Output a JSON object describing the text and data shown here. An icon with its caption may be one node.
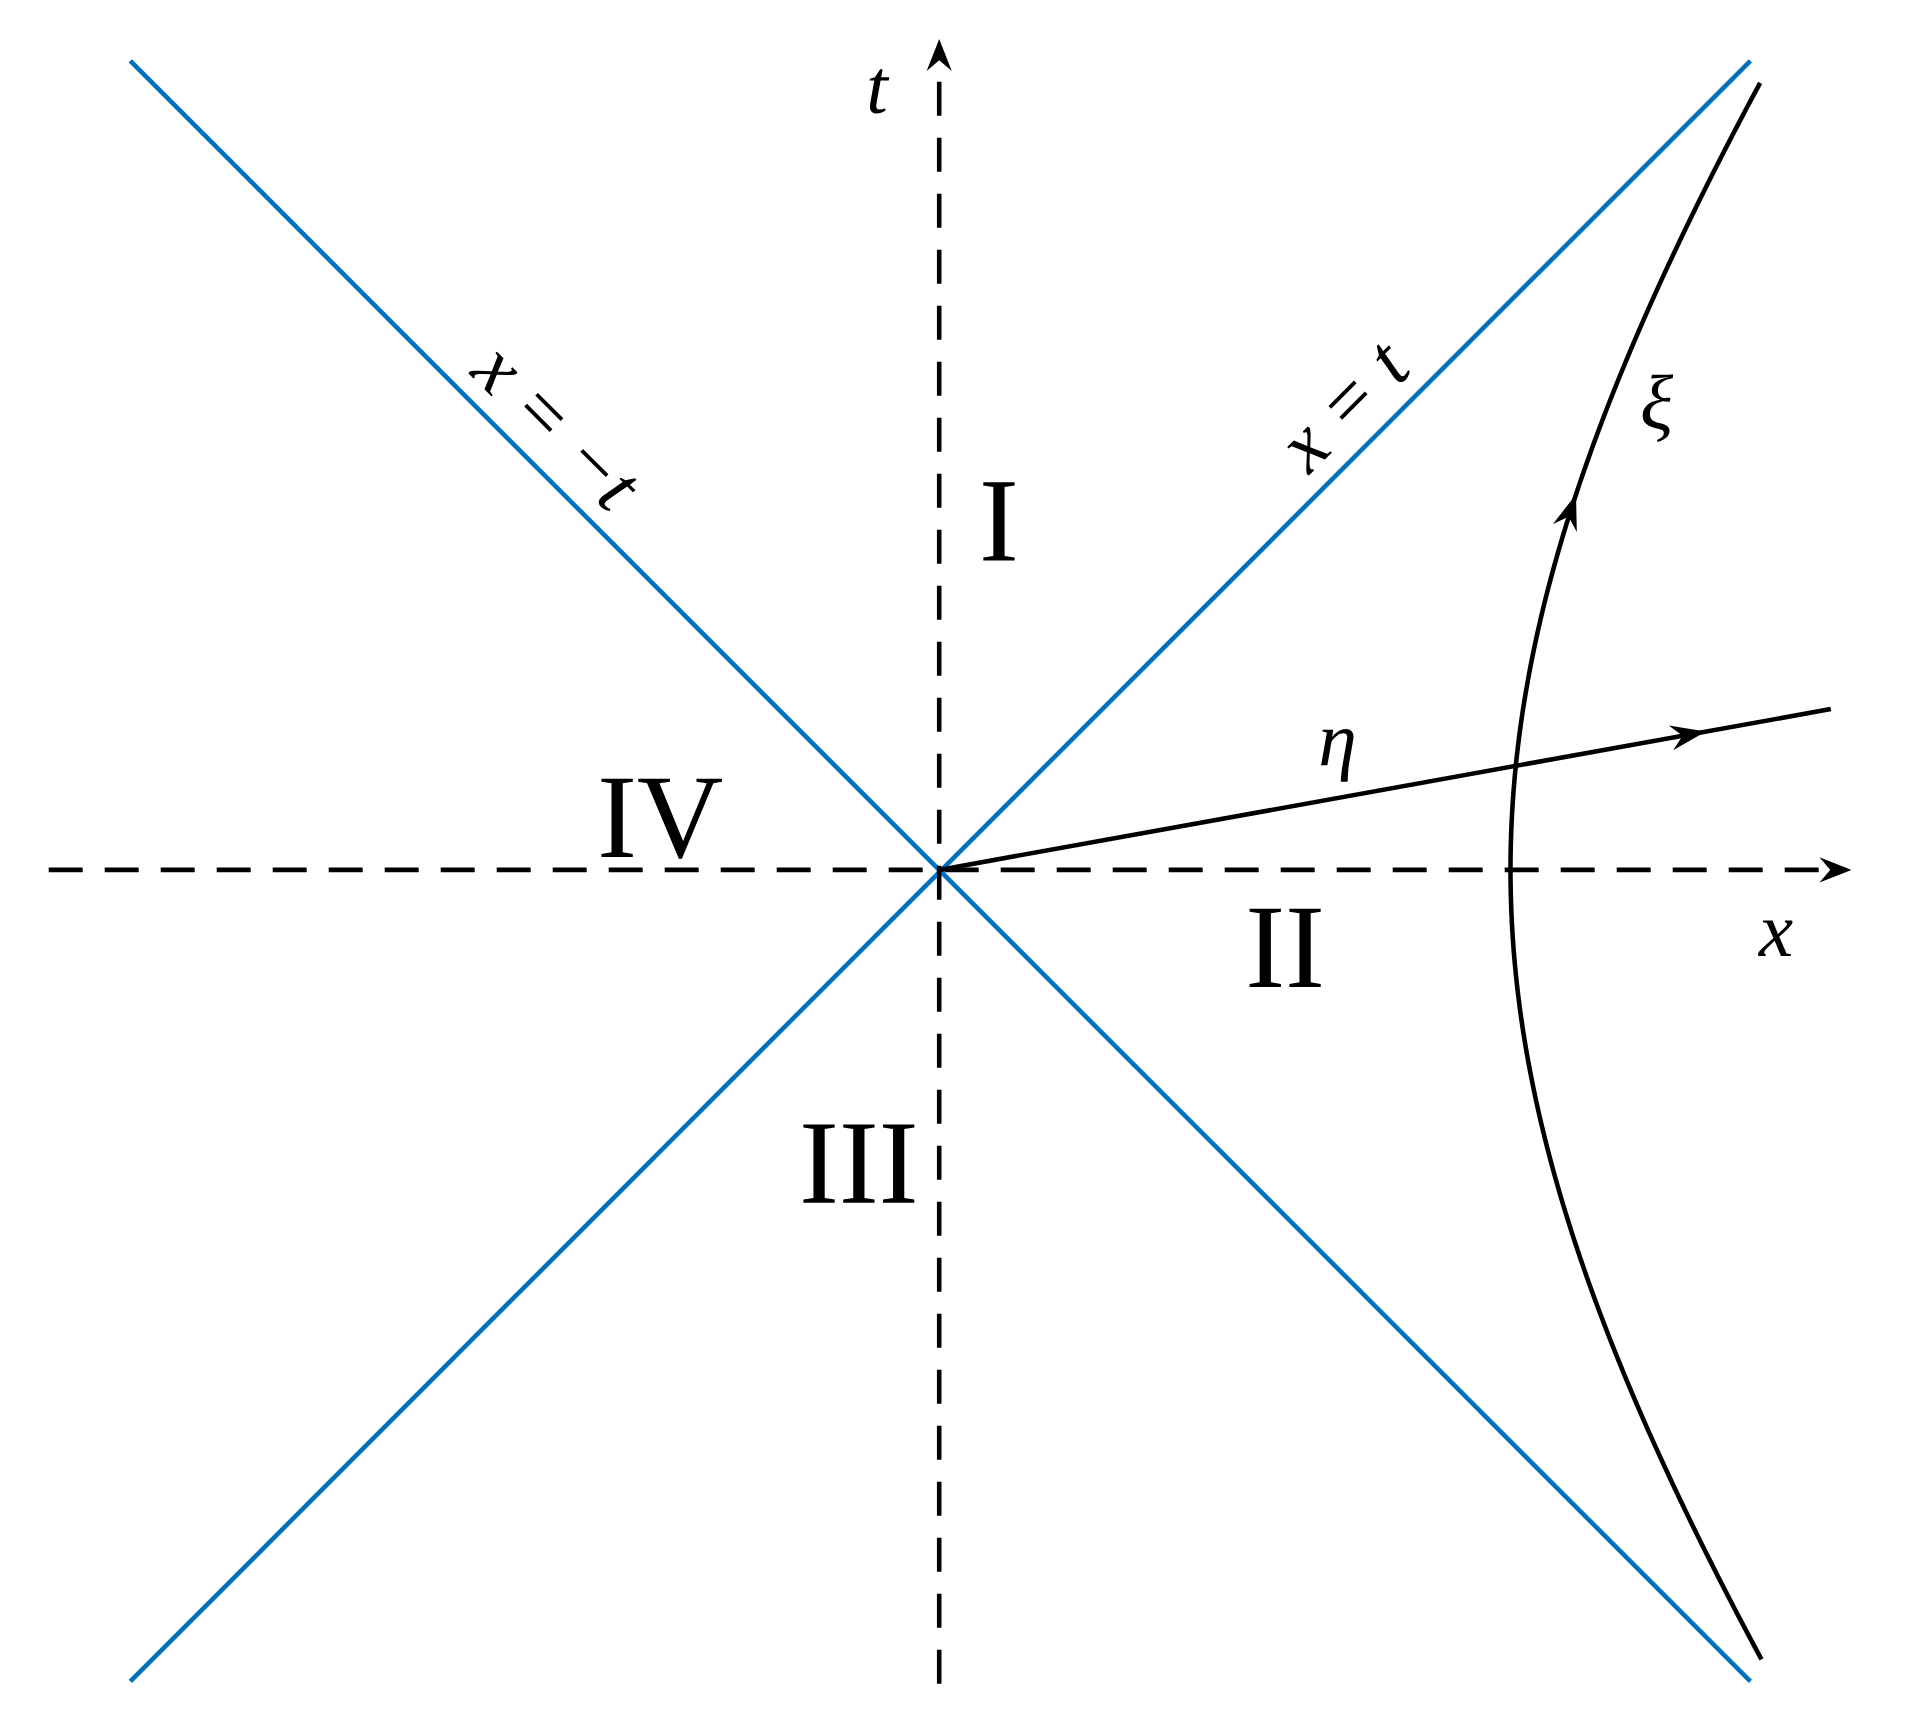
{
  "diagram": {
    "labels": [
      "t",
      "x = t",
      "x = −t",
      "ξ",
      "I",
      "η",
      "IV",
      "x",
      "II",
      "III"
    ]
  }
}
